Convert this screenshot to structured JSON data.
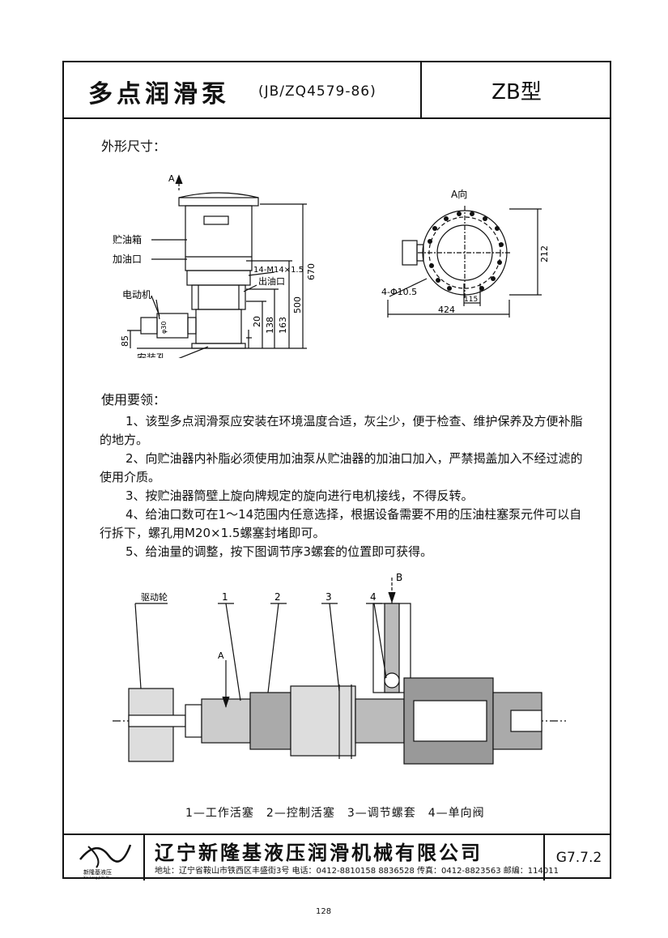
{
  "header": {
    "title": "多点润滑泵",
    "standard": "(JB/ZQ4579-86)",
    "model": "ZB型"
  },
  "dimensions_section": {
    "label": "外形尺寸：",
    "side_view": {
      "view_mark": "A",
      "labels": [
        "贮油箱",
        "加油口",
        "电动机",
        "14-M14×1.5",
        "出油口",
        "安装孔"
      ],
      "dims": [
        "670",
        "500",
        "163",
        "138",
        "20",
        "85",
        "φ30"
      ]
    },
    "top_view": {
      "title": "A向",
      "dims": [
        "212",
        "4-Φ10.5",
        "115",
        "424"
      ]
    }
  },
  "usage_section": {
    "label": "使用要领：",
    "paragraphs": [
      [
        "1、该型多点润滑泵应安装在环境温度合适，灰尘少，便于检查、维护保养及方便补脂",
        "的地方。"
      ],
      [
        "2、向贮油器内补脂必须使用加油泵从贮油器的加油口加入，严禁揭盖加入不经过滤的",
        "使用介质。"
      ],
      [
        "3、按贮油器筒壁上旋向牌规定的旋向进行电机接线，不得反转。"
      ],
      [
        "4、给油口数可在1～14范围内任意选择，根据设备需要不用的压油柱塞泵元件可以自",
        "行拆下，螺孔用M20×1.5螺塞封堵即可。"
      ],
      [
        "5、给油量的调整，按下图调节序3螺套的位置即可获得。"
      ]
    ]
  },
  "section_drawing": {
    "labels": [
      "B",
      "驱动轮",
      "1",
      "2",
      "3",
      "4",
      "A"
    ],
    "legend": "1—工作活塞　2—控制活塞　3—调节螺套　4—单向阀"
  },
  "footer": {
    "logo_text": "新隆基液压",
    "logo_sub": "Xin Long Ji Ye Ya",
    "company": "辽宁新隆基液压润滑机械有限公司",
    "address": "地址：辽宁省鞍山市铁西区丰盛街3号 电话：0412-8810158 8836528 传真：0412-8823563 邮编：114011",
    "code": "G7.7.2"
  },
  "page_number": "128"
}
